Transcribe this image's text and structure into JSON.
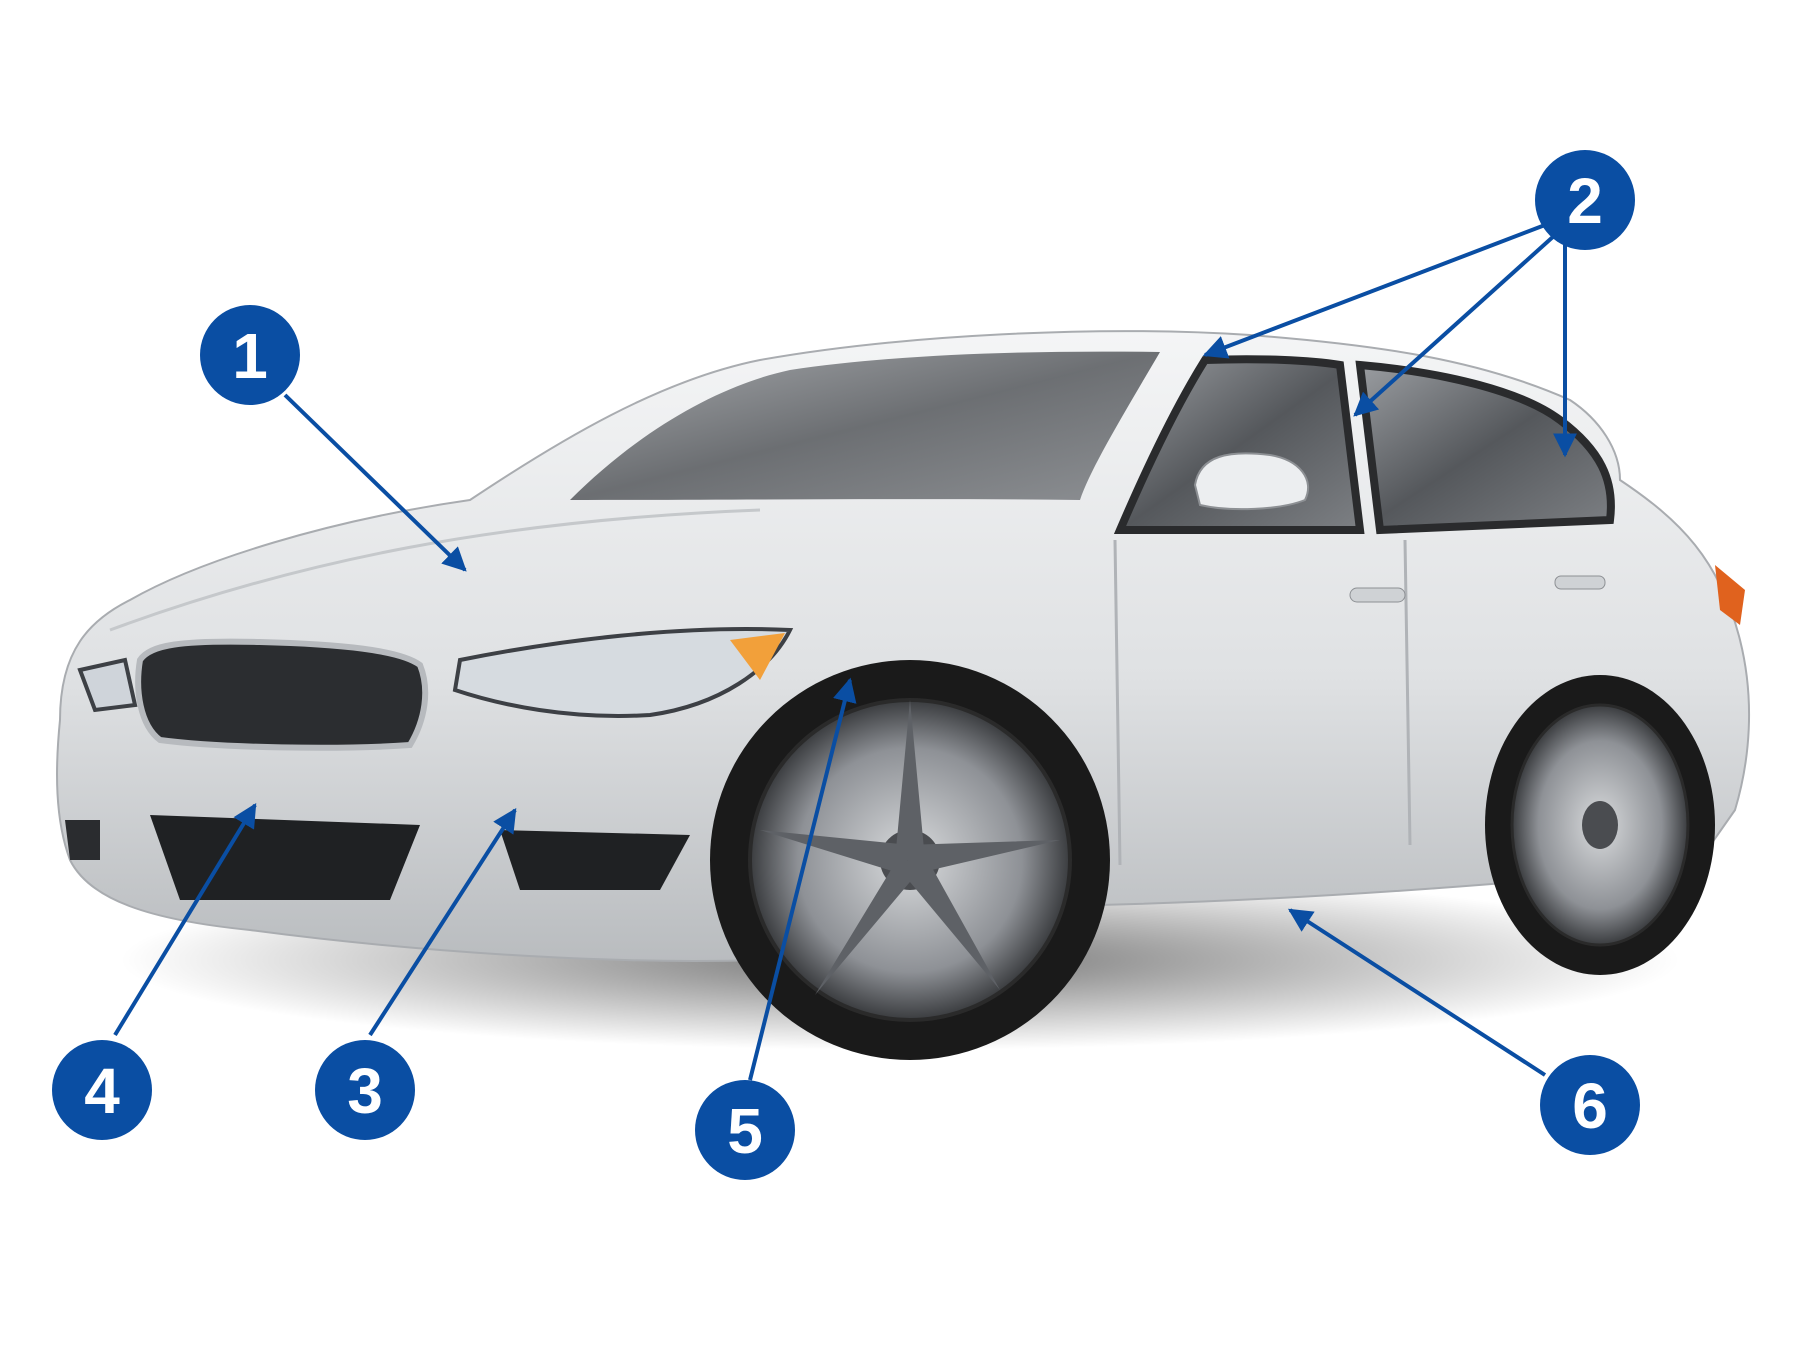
{
  "colors": {
    "marker_fill": "#0a4ea3",
    "marker_text": "#ffffff",
    "arrow": "#0a4ea3",
    "car_body": "#e6e8ea",
    "glass": "#6b6e72",
    "tire": "#1a1a1a",
    "background": "#ffffff"
  },
  "markers": [
    {
      "id": "1",
      "label": "1",
      "part": "hood"
    },
    {
      "id": "2",
      "label": "2",
      "part": "window-trim"
    },
    {
      "id": "3",
      "label": "3",
      "part": "front-bumper-side"
    },
    {
      "id": "4",
      "label": "4",
      "part": "front-bumper-center"
    },
    {
      "id": "5",
      "label": "5",
      "part": "front-fender"
    },
    {
      "id": "6",
      "label": "6",
      "part": "side-skirt"
    }
  ]
}
